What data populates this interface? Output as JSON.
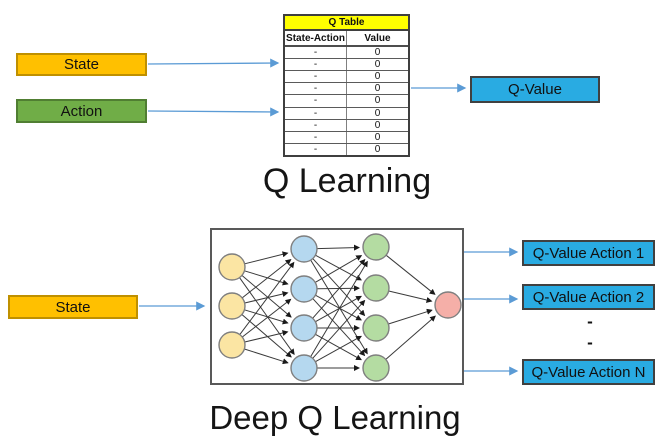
{
  "colors": {
    "state_fill": "#FFC000",
    "state_border": "#BF9000",
    "action_fill": "#70AD47",
    "action_border": "#507E32",
    "output_fill": "#29ABE2",
    "output_border": "#404040",
    "arrow": "#5B9BD5",
    "table_header_fill": "#FFFF00",
    "nn_input_fill": "#FBE5A3",
    "nn_hidden1_fill": "#B5D8EF",
    "nn_hidden2_fill": "#B4DCA2",
    "nn_output_fill": "#F5AFA8",
    "nn_node_border": "#7F7F7F",
    "nn_link": "#3A3A3A"
  },
  "top": {
    "title": "Q Learning",
    "state_label": "State",
    "action_label": "Action",
    "q_value_label": "Q-Value",
    "q_table": {
      "title": "Q Table",
      "columns": [
        "State-Action",
        "Value"
      ],
      "rows": [
        [
          "-",
          "0"
        ],
        [
          "-",
          "0"
        ],
        [
          "-",
          "0"
        ],
        [
          "-",
          "0"
        ],
        [
          "-",
          "0"
        ],
        [
          "-",
          "0"
        ],
        [
          "-",
          "0"
        ],
        [
          "-",
          "0"
        ],
        [
          "-",
          "0"
        ]
      ]
    }
  },
  "bottom": {
    "title": "Deep Q Learning",
    "state_label": "State",
    "outputs": [
      "Q-Value Action 1",
      "Q-Value Action 2",
      "Q-Value Action N"
    ],
    "ellipsis_dashes": [
      "-",
      "-"
    ],
    "network": {
      "layers": [
        {
          "name": "input-layer",
          "nodes": 3,
          "fill_key": "nn_input_fill"
        },
        {
          "name": "hidden-layer-1",
          "nodes": 4,
          "fill_key": "nn_hidden1_fill"
        },
        {
          "name": "hidden-layer-2",
          "nodes": 4,
          "fill_key": "nn_hidden2_fill"
        },
        {
          "name": "output-layer",
          "nodes": 1,
          "fill_key": "nn_output_fill"
        }
      ]
    }
  }
}
